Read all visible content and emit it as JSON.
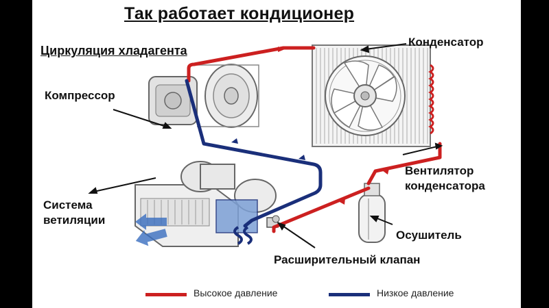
{
  "title": "Так работает кондиционер",
  "subtitle": "Циркуляция хладагента",
  "labels": {
    "condenser": "Конденсатор",
    "compressor": "Компрессор",
    "fan_line1": "Вентилятор",
    "fan_line2": "конденсатора",
    "ventilation_line1": "Система",
    "ventilation_line2": "ветиляции",
    "dryer": "Осушитель",
    "expansion_valve": "Расширительный клапан"
  },
  "legend": {
    "high": {
      "label": "Высокое давление",
      "color": "#cc2020"
    },
    "low": {
      "label": "Низкое давление",
      "color": "#1a2f7a"
    }
  },
  "colors": {
    "high_pressure_pipe": "#cc2020",
    "low_pressure_pipe": "#1a2f7a",
    "airflow": "#3a6fc0"
  }
}
